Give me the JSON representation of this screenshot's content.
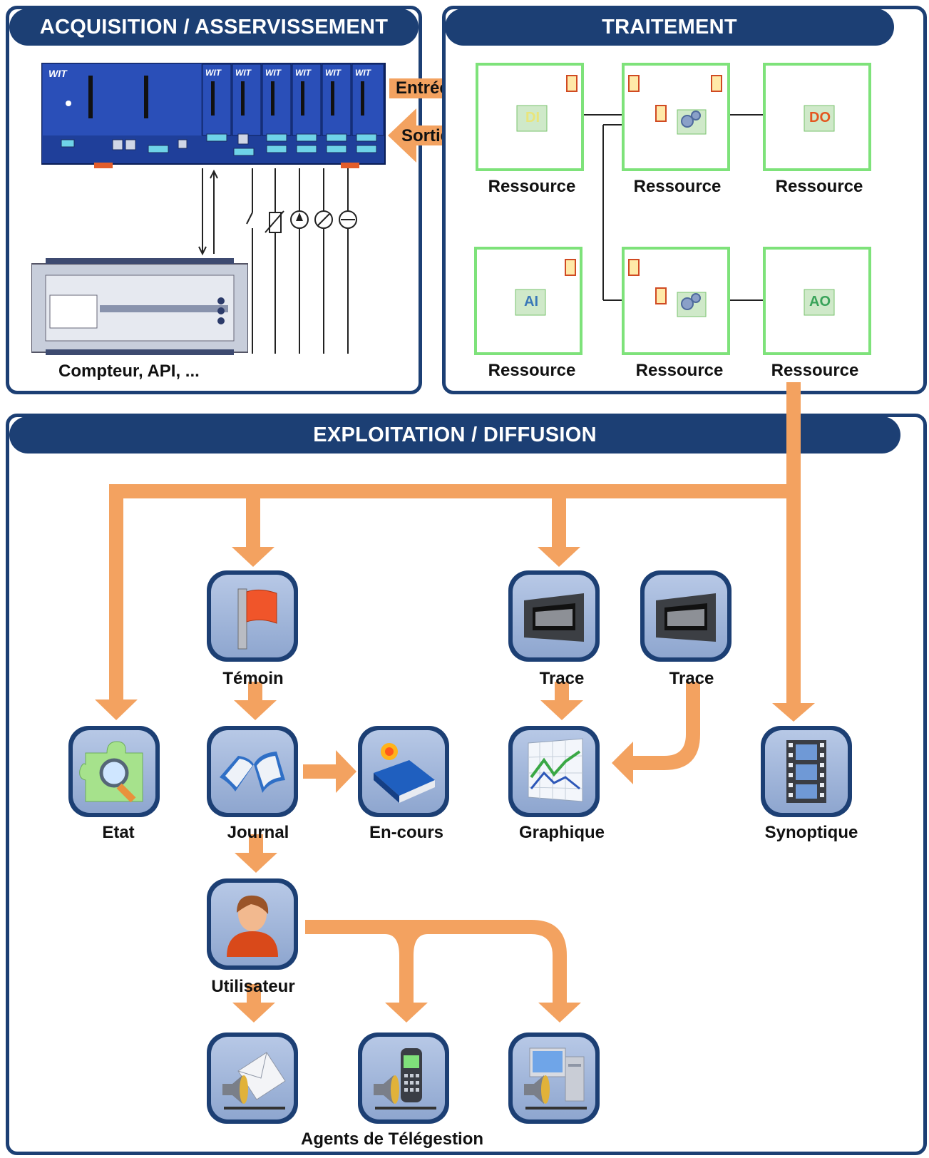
{
  "panels": {
    "acquisition": {
      "title": "ACQUISITION / ASSERVISSEMENT",
      "caption": "Compteur, API, ..."
    },
    "traitement": {
      "title": "TRAITEMENT"
    },
    "exploitation": {
      "title": "EXPLOITATION / DIFFUSION"
    }
  },
  "io": {
    "inputs": "Entrées",
    "outputs": "Sorties"
  },
  "resources": {
    "top": [
      {
        "label": "Ressource",
        "badge": "DI"
      },
      {
        "label": "Ressource",
        "badge": ""
      },
      {
        "label": "Ressource",
        "badge": "DO"
      }
    ],
    "bottom": [
      {
        "label": "Ressource",
        "badge": "AI"
      },
      {
        "label": "Ressource",
        "badge": ""
      },
      {
        "label": "Ressource",
        "badge": "AO"
      }
    ]
  },
  "nodes": {
    "temoin": "Témoin",
    "trace1": "Trace",
    "trace2": "Trace",
    "etat": "Etat",
    "journal": "Journal",
    "encours": "En-cours",
    "graphique": "Graphique",
    "synoptique": "Synoptique",
    "utilisateur": "Utilisateur",
    "agents": "Agents de Télégestion"
  },
  "device": {
    "brand": "WIT"
  },
  "colors": {
    "panel": "#1c3f74",
    "arrow": "#f3a260",
    "resource_border": "#7ee27a",
    "tile_bg": "#9fb4da"
  }
}
